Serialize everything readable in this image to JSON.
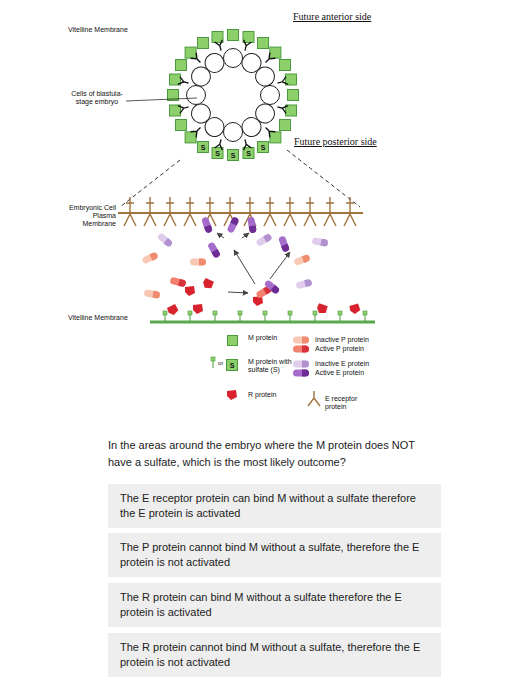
{
  "diagram": {
    "nodes": [
      {
        "text": [
          "The E receptor protein can bind M without a sulfate therefore the E protein is activated"
        ]
      },
      {
        "text": [
          "The P protein cannot bind M without a sulfate, therefore the E protein is not activated"
        ]
      },
      {
        "text": [
          "The R protein can bind M without a sulfate therefore the E protein is activated"
        ]
      },
      {
        "text": [
          "The R protein cannot bind M without a sulfate, therefore the E protein is not activated"
        ]
      }
    ],
    "labels": [
      "Future anterior side",
      "Vitelline Membrane",
      "Cells of blastula- stage embryo",
      "S",
      "S",
      "S",
      "S",
      "S",
      "Future posterior side",
      "Embryonic Cell Plasma Membrane",
      "Vitelline Membrane",
      "or",
      "S",
      "In the areas around the embryo where the M protein does NOT have a sulfate, which is the most likely outcome?"
    ],
    "legend": [
      {
        "text": "M protein",
        "color": "#8dcf6b"
      },
      {
        "text": "M protein with sulfate (S)"
      },
      {
        "text": "R protein"
      },
      {
        "text": "Inactive P protein"
      },
      {
        "text": "Active P protein"
      },
      {
        "text": "Inactive E protein"
      },
      {
        "text": "Active E protein"
      },
      {
        "text": "E receptor protein"
      }
    ]
  }
}
